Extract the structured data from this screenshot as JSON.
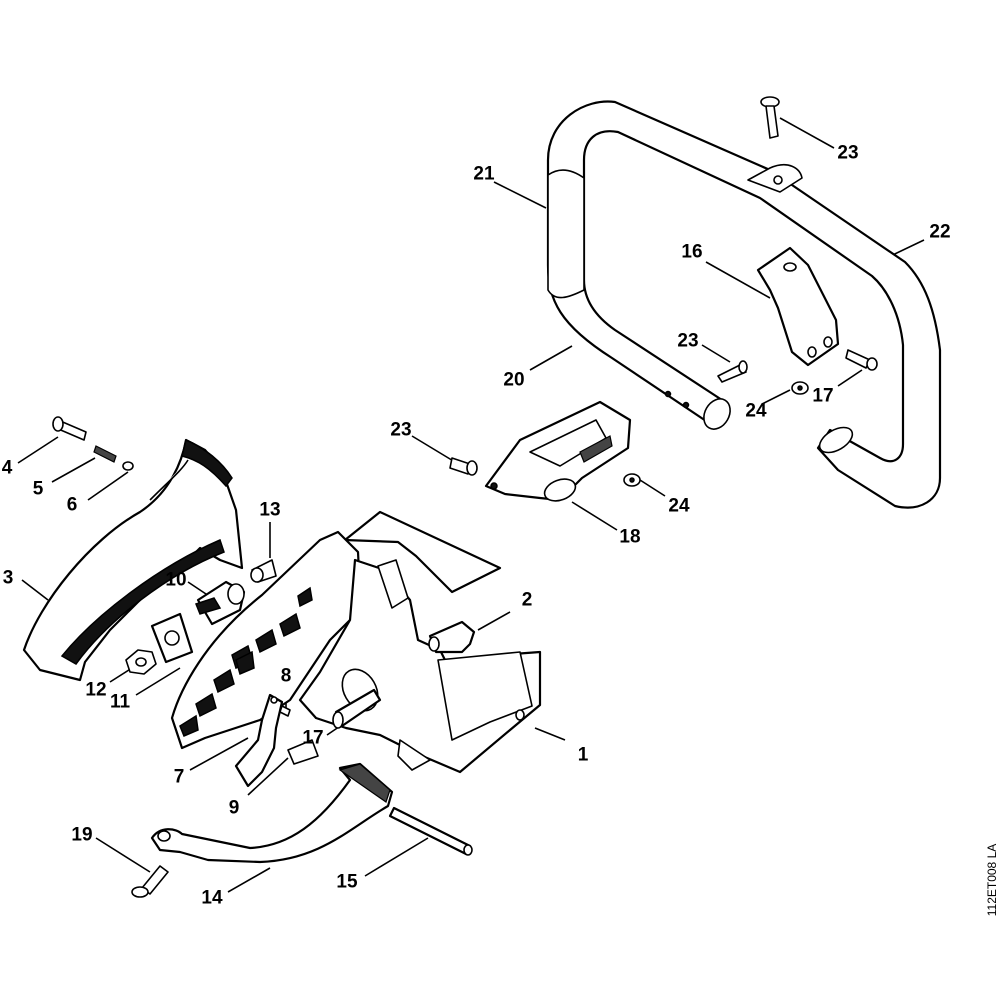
{
  "diagram": {
    "drawing_code": "112ET008 LA",
    "colors": {
      "line": "#000000",
      "background": "#ffffff"
    },
    "callouts": [
      {
        "id": "c1",
        "label": "1"
      },
      {
        "id": "c2",
        "label": "2"
      },
      {
        "id": "c3",
        "label": "3"
      },
      {
        "id": "c4",
        "label": "4"
      },
      {
        "id": "c5",
        "label": "5"
      },
      {
        "id": "c6",
        "label": "6"
      },
      {
        "id": "c7",
        "label": "7"
      },
      {
        "id": "c8",
        "label": "8"
      },
      {
        "id": "c9",
        "label": "9"
      },
      {
        "id": "c10",
        "label": "10"
      },
      {
        "id": "c11",
        "label": "11"
      },
      {
        "id": "c12",
        "label": "12"
      },
      {
        "id": "c13",
        "label": "13"
      },
      {
        "id": "c14",
        "label": "14"
      },
      {
        "id": "c15",
        "label": "15"
      },
      {
        "id": "c16",
        "label": "16"
      },
      {
        "id": "c17a",
        "label": "17"
      },
      {
        "id": "c17b",
        "label": "17"
      },
      {
        "id": "c18",
        "label": "18"
      },
      {
        "id": "c19",
        "label": "19"
      },
      {
        "id": "c20",
        "label": "20"
      },
      {
        "id": "c21",
        "label": "21"
      },
      {
        "id": "c22",
        "label": "22"
      },
      {
        "id": "c23a",
        "label": "23"
      },
      {
        "id": "c23b",
        "label": "23"
      },
      {
        "id": "c23c",
        "label": "23"
      },
      {
        "id": "c24a",
        "label": "24"
      },
      {
        "id": "c24b",
        "label": "24"
      }
    ]
  }
}
